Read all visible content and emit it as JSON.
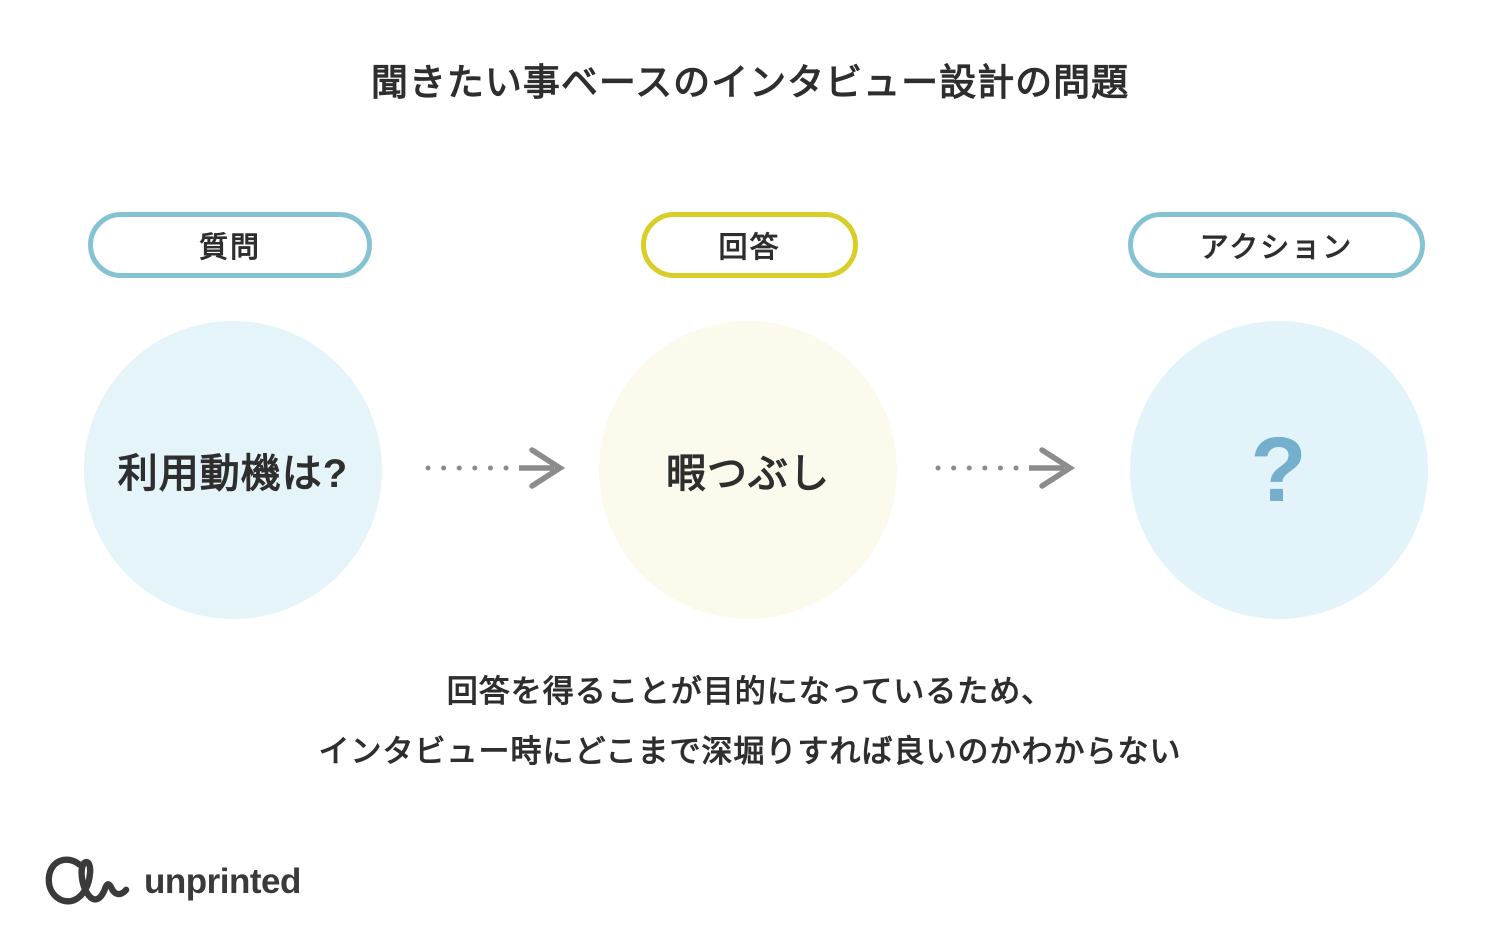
{
  "diagram": {
    "title": "聞きたい事ベースのインタビュー設計の問題",
    "caption": {
      "line1": "回答を得ることが目的になっているため、",
      "line2": "インタビュー時にどこまで深堀りすれば良いのかわからない"
    }
  },
  "stages": [
    {
      "id": "question",
      "pill_label": "質問",
      "pill_border_color": "#85C3D3",
      "circle_label": "利用動機は?",
      "circle_fill": "#E4F4F9",
      "circle_text_color": "#2E2E2E"
    },
    {
      "id": "answer",
      "pill_label": "回答",
      "pill_border_color": "#D9CE27",
      "circle_label": "暇つぶし",
      "circle_fill": "#FCFAEC",
      "circle_text_color": "#2E2E2E"
    },
    {
      "id": "action",
      "pill_label": "アクション",
      "pill_border_color": "#85C3D3",
      "circle_label": "?",
      "circle_fill": "#E2F4F9",
      "circle_text_color": "#74B0CD"
    }
  ],
  "arrows": {
    "style": "dotted-line-with-arrowhead",
    "color": "#8C8C8C",
    "count": 2
  },
  "logo": {
    "text": "unprinted",
    "mark": "squiggle-mark",
    "color": "#3A3A3A"
  },
  "colors": {
    "background": "#FFFFFF",
    "title_text": "#2E2E2E",
    "caption_text": "#2E2E2E"
  }
}
